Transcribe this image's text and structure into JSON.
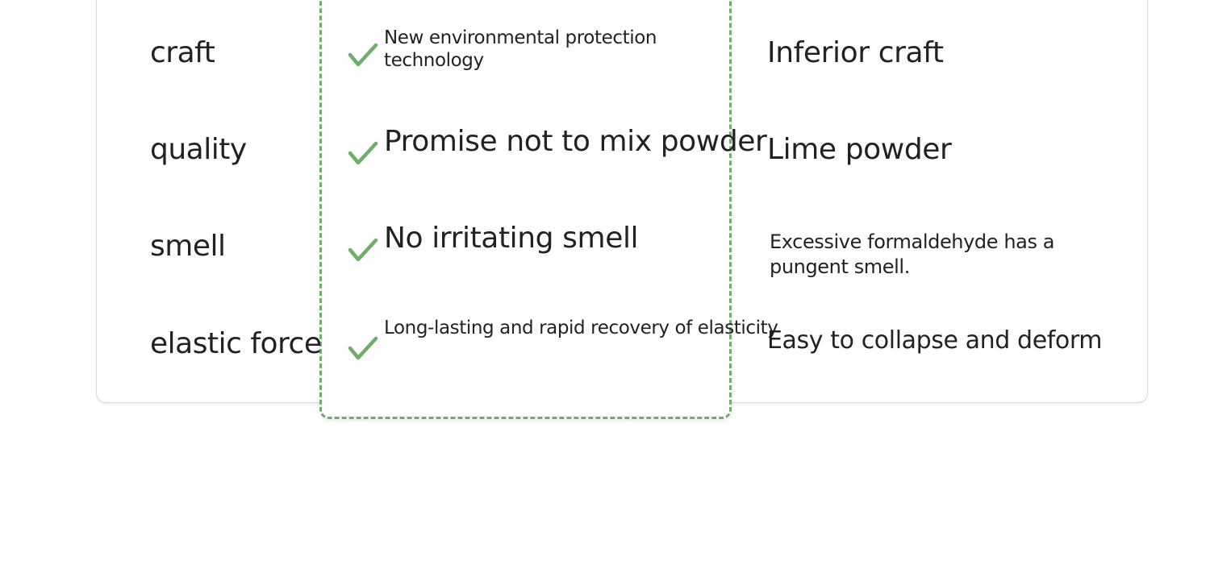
{
  "comparison": {
    "rows": [
      {
        "attribute": "craft",
        "ours": "New environmental protection technology",
        "theirs": "Inferior craft"
      },
      {
        "attribute": "quality",
        "ours": "Promise not to mix powder",
        "theirs": "Lime powder"
      },
      {
        "attribute": "smell",
        "ours": "No irritating smell",
        "theirs": "Excessive formaldehyde has a pungent smell."
      },
      {
        "attribute": "elastic force",
        "ours": "Long-lasting and rapid recovery of elasticity",
        "theirs": "Easy to collapse and deform"
      }
    ],
    "icons": {
      "check": "check-icon"
    },
    "colors": {
      "accent": "#6fae6a",
      "border": "#d9d9d9",
      "text": "#222222"
    }
  }
}
